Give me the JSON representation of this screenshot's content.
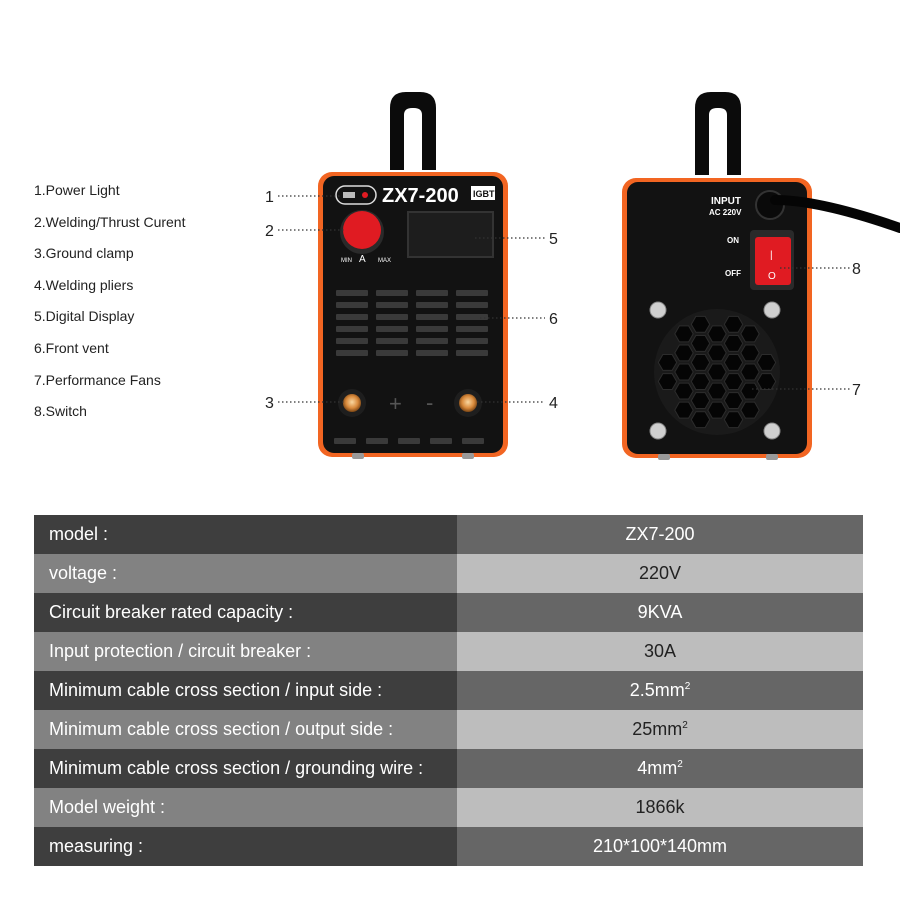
{
  "legend": [
    "1.Power Light",
    "2.Welding/Thrust Curent",
    "3.Ground clamp",
    "4.Welding pliers",
    "5.Digital Display",
    "6.Front vent",
    "7.Performance Fans",
    "8.Switch"
  ],
  "callouts": [
    "1",
    "2",
    "3",
    "4",
    "5",
    "6",
    "7",
    "8"
  ],
  "front_panel": {
    "model_label": "ZX7-200",
    "igbt_label": "IGBT",
    "knob_min": "MIN",
    "knob_unit": "A",
    "knob_max": "MAX",
    "plus": "+",
    "minus": "-"
  },
  "back_panel": {
    "input_label": "INPUT",
    "input_voltage": "AC 220V",
    "on_label": "ON",
    "off_label": "OFF",
    "switch_on": "|",
    "switch_off": "O"
  },
  "specs": [
    {
      "key": "model :",
      "value": "ZX7-200"
    },
    {
      "key": "voltage :",
      "value": "220V"
    },
    {
      "key": "Circuit breaker rated capacity :",
      "value": "9KVA"
    },
    {
      "key": "Input protection / circuit breaker :",
      "value": "30A"
    },
    {
      "key": "Minimum cable cross section / input side :",
      "value": "2.5mm",
      "sup": "2"
    },
    {
      "key": "Minimum cable cross section / output side :",
      "value": "25mm",
      "sup": "2"
    },
    {
      "key": "Minimum cable cross section / grounding wire :",
      "value": "4mm",
      "sup": "2"
    },
    {
      "key": "Model weight :",
      "value": "1866k"
    },
    {
      "key": "measuring :",
      "value": "210*100*140mm"
    }
  ],
  "colors": {
    "accent": "#f26522",
    "body": "#111111",
    "switch": "#e01b22"
  }
}
